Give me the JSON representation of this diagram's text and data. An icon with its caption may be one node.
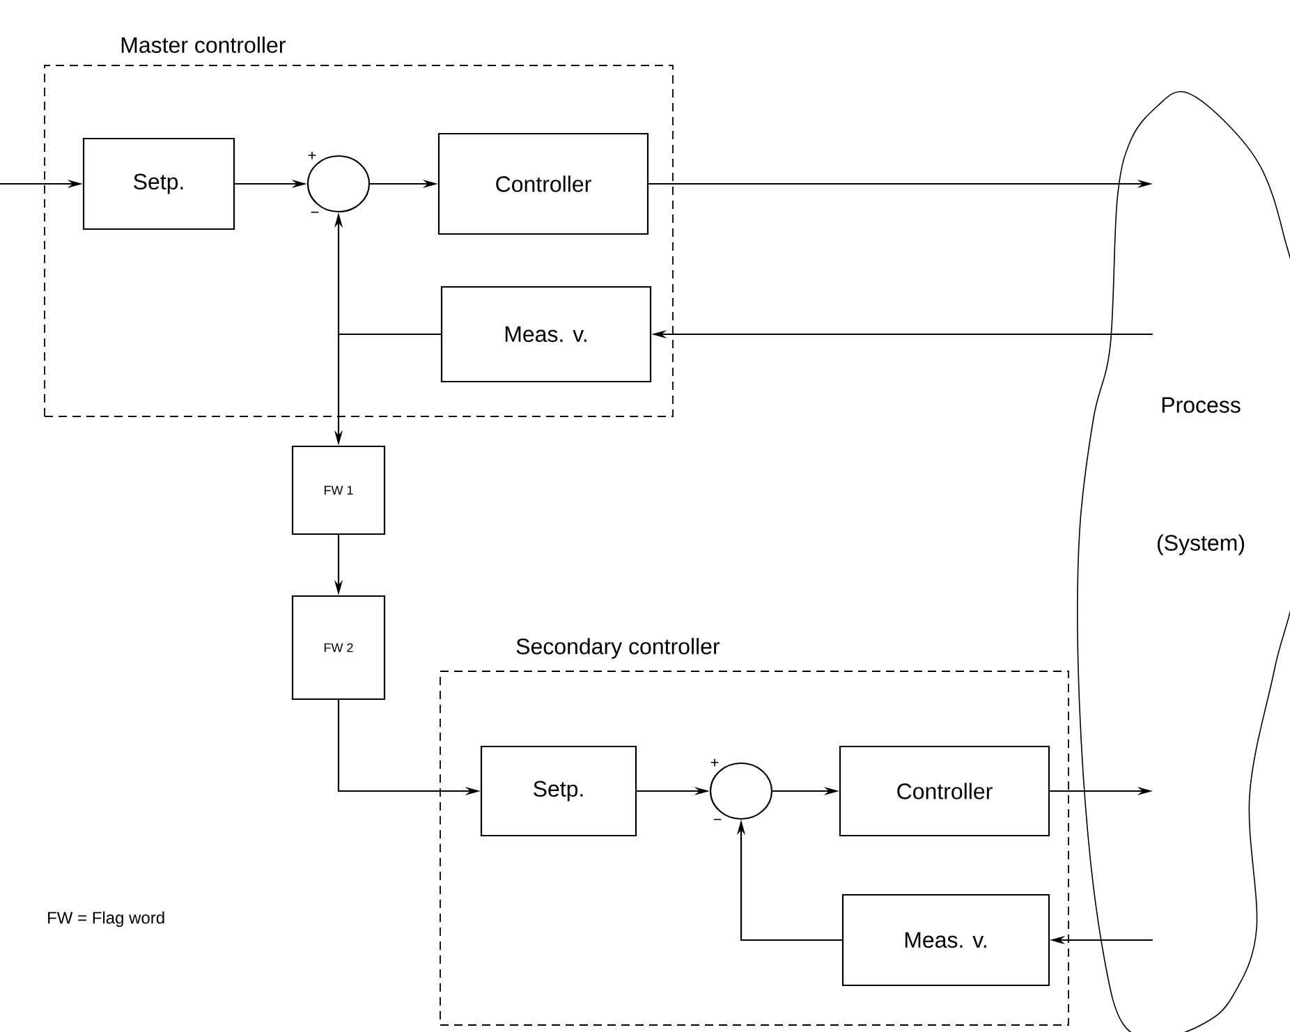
{
  "diagram": {
    "nodes": [
      {
        "text": [
          "Master controller"
        ]
      },
      {
        "text": [
          "Setp."
        ],
        "in": 0
      },
      {
        "text": [],
        "shape": "circle",
        "in": 0,
        "beside": [
          "+",
          "−"
        ]
      },
      {
        "text": [
          "Controller"
        ],
        "in": 0
      },
      {
        "text": [
          "Meas. v."
        ],
        "in": 0
      },
      {
        "text": [
          "Process",
          "(System)"
        ]
      },
      {
        "text": [
          "FW 1"
        ]
      },
      {
        "text": [
          "FW 2"
        ]
      },
      {
        "text": [
          "Secondary controller"
        ]
      },
      {
        "text": [
          "Setp."
        ],
        "in": 8
      },
      {
        "text": [],
        "shape": "circle",
        "in": 8,
        "beside": [
          "+",
          "−"
        ]
      },
      {
        "text": [
          "Controller"
        ],
        "in": 8
      },
      {
        "text": [
          "Meas. v."
        ],
        "in": 8
      }
    ],
    "edges": [
      {
        "from": null,
        "to": 1,
        "arrow": "to"
      },
      {
        "from": 1,
        "to": 2,
        "arrow": "to"
      },
      {
        "from": 2,
        "to": 3,
        "arrow": "to"
      },
      {
        "from": 3,
        "to": 5,
        "arrow": "to"
      },
      {
        "from": 5,
        "to": 4,
        "arrow": "to"
      },
      {
        "from": 4,
        "to": 2,
        "arrow": "to"
      },
      {
        "from": 4,
        "to": 6,
        "arrow": "to"
      },
      {
        "from": 6,
        "to": 7,
        "arrow": "to"
      },
      {
        "from": 7,
        "to": 9,
        "arrow": "to"
      },
      {
        "from": 9,
        "to": 10,
        "arrow": "to"
      },
      {
        "from": 10,
        "to": 11,
        "arrow": "to"
      },
      {
        "from": 11,
        "to": 5,
        "arrow": "to"
      },
      {
        "from": 5,
        "to": 12,
        "arrow": "to"
      },
      {
        "from": 12,
        "to": 10,
        "arrow": "to"
      }
    ],
    "labels": [
      "FW = Flag word"
    ]
  }
}
